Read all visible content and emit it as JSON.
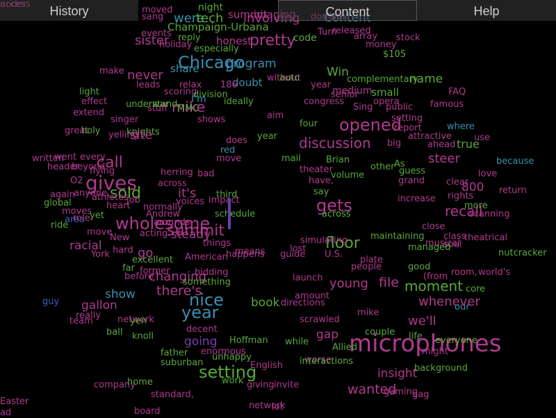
{
  "tabs": [
    "History",
    "Content",
    "Help"
  ],
  "active_tab": "Content",
  "colors": {
    "purple": "#b03a8e",
    "green": "#5aa83c",
    "teal": "#3b8fae",
    "blue": "#3a64b8",
    "violet": "#7a3cb0"
  },
  "words": [
    [
      "moved",
      "purple"
    ],
    [
      "sang",
      "purple"
    ],
    [
      "night",
      "green"
    ],
    [
      "were",
      "teal"
    ],
    [
      "tech",
      "green"
    ],
    [
      "summit",
      "purple"
    ],
    [
      "involving",
      "purple"
    ],
    [
      "imaging",
      "purple"
    ],
    [
      "domain",
      "purple"
    ],
    [
      "Content",
      "teal"
    ],
    [
      "released",
      "purple"
    ],
    [
      "Turn",
      "purple"
    ],
    [
      "Champaign-Urbana",
      "green"
    ],
    [
      "sister",
      "purple"
    ],
    [
      "reply",
      "green"
    ],
    [
      "honest",
      "purple"
    ],
    [
      "pretty",
      "purple"
    ],
    [
      "code",
      "green"
    ],
    [
      "array",
      "purple"
    ],
    [
      "stock",
      "purple"
    ],
    [
      "events",
      "purple"
    ],
    [
      "holiday",
      "purple"
    ],
    [
      "especially",
      "green"
    ],
    [
      "money",
      "purple"
    ],
    [
      "$105",
      "green"
    ],
    [
      "Chicago",
      "teal"
    ],
    [
      "program",
      "teal"
    ],
    [
      "make",
      "purple"
    ],
    [
      "never",
      "purple"
    ],
    [
      "share",
      "teal"
    ],
    [
      "Win",
      "green"
    ],
    [
      "name",
      "green"
    ],
    [
      "doubt",
      "teal"
    ],
    [
      "without",
      "purple"
    ],
    [
      "186",
      "purple"
    ],
    [
      "leads",
      "purple"
    ],
    [
      "relax",
      "purple"
    ],
    [
      "auto",
      "green"
    ],
    [
      "year",
      "purple"
    ],
    [
      "medium",
      "purple"
    ],
    [
      "complementary",
      "green"
    ],
    [
      "light",
      "green"
    ],
    [
      "scoring",
      "purple"
    ],
    [
      "division",
      "green"
    ],
    [
      "senior",
      "purple"
    ],
    [
      "small",
      "green"
    ],
    [
      "FAQ",
      "purple"
    ],
    [
      "effect",
      "purple"
    ],
    [
      "war",
      "green"
    ],
    [
      "mike",
      "purple"
    ],
    [
      "I'm",
      "teal"
    ],
    [
      "understand",
      "green"
    ],
    [
      "stuff",
      "purple"
    ],
    [
      "MMC",
      "green"
    ],
    [
      "ideally",
      "green"
    ],
    [
      "congress",
      "purple"
    ],
    [
      "Sing",
      "purple"
    ],
    [
      "public",
      "purple"
    ],
    [
      "opera",
      "purple"
    ],
    [
      "famous",
      "purple"
    ],
    [
      "extend",
      "purple"
    ],
    [
      "aim",
      "purple"
    ],
    [
      "setting",
      "purple"
    ],
    [
      "singer",
      "purple"
    ],
    [
      "shows",
      "purple"
    ],
    [
      "four",
      "green"
    ],
    [
      "opened",
      "purple"
    ],
    [
      "where",
      "teal"
    ],
    [
      "great",
      "purple"
    ],
    [
      "holy",
      "green"
    ],
    [
      "knights",
      "green"
    ],
    [
      "yelling",
      "purple"
    ],
    [
      "site",
      "purple"
    ],
    [
      "year",
      "green"
    ],
    [
      "report",
      "purple"
    ],
    [
      "attractive",
      "purple"
    ],
    [
      "use",
      "purple"
    ],
    [
      "does",
      "purple"
    ],
    [
      "discussion",
      "purple"
    ],
    [
      "big",
      "purple"
    ],
    [
      "true",
      "green"
    ],
    [
      "red",
      "teal"
    ],
    [
      "ahead",
      "purple"
    ],
    [
      "written",
      "purple"
    ],
    [
      "went",
      "purple"
    ],
    [
      "every",
      "purple"
    ],
    [
      "call",
      "purple"
    ],
    [
      "move",
      "purple"
    ],
    [
      "mail",
      "green"
    ],
    [
      "Brian",
      "green"
    ],
    [
      "As",
      "green"
    ],
    [
      "steer",
      "purple"
    ],
    [
      "because",
      "teal"
    ],
    [
      "header",
      "purple"
    ],
    [
      "beyond",
      "purple"
    ],
    [
      "flying",
      "purple"
    ],
    [
      "theater",
      "purple"
    ],
    [
      "other",
      "green"
    ],
    [
      "guess",
      "green"
    ],
    [
      "love",
      "purple"
    ],
    [
      "herring",
      "purple"
    ],
    [
      "bad",
      "purple"
    ],
    [
      "volume",
      "green"
    ],
    [
      "have,",
      "purple"
    ],
    [
      "grand",
      "purple"
    ],
    [
      "clear",
      "purple"
    ],
    [
      "O2",
      "purple"
    ],
    [
      "gives",
      "purple"
    ],
    [
      "across",
      "purple"
    ],
    [
      "800",
      "purple"
    ],
    [
      "return",
      "purple"
    ],
    [
      "again",
      "purple"
    ],
    [
      "anyone,",
      "purple"
    ],
    [
      "sold",
      "green"
    ],
    [
      "it's",
      "purple"
    ],
    [
      "third",
      "green"
    ],
    [
      "say",
      "green"
    ],
    [
      "rights",
      "purple"
    ],
    [
      "global",
      "green"
    ],
    [
      "job",
      "purple"
    ],
    [
      "athletes",
      "purple"
    ],
    [
      "impact",
      "purple"
    ],
    [
      "gets",
      "purple"
    ],
    [
      "increase",
      "purple"
    ],
    [
      "more",
      "green"
    ],
    [
      "moves",
      "purple"
    ],
    [
      "heart",
      "purple"
    ],
    [
      "normally",
      "purple"
    ],
    [
      "voices",
      "purple"
    ],
    [
      "schedule",
      "green"
    ],
    [
      "across",
      "green"
    ],
    [
      "recall",
      "purple"
    ],
    [
      "ride",
      "green"
    ],
    [
      "area",
      "blue"
    ],
    [
      "role",
      "purple"
    ],
    [
      "wholesome",
      "purple"
    ],
    [
      "Andrew",
      "purple"
    ],
    [
      "yet",
      "green"
    ],
    [
      "arounds",
      "purple"
    ],
    [
      "scanning",
      "purple"
    ],
    [
      "move",
      "purple"
    ],
    [
      "summit",
      "purple"
    ],
    [
      "steady",
      "purple"
    ],
    [
      "close",
      "purple"
    ],
    [
      "class",
      "purple"
    ],
    [
      "racial",
      "purple"
    ],
    [
      "New",
      "purple"
    ],
    [
      "acting",
      "purple"
    ],
    [
      "things",
      "purple"
    ],
    [
      "maintaining",
      "green"
    ],
    [
      "floor",
      "green"
    ],
    [
      "theatrical",
      "purple"
    ],
    [
      "musical",
      "purple"
    ],
    [
      "soul",
      "purple"
    ],
    [
      "go",
      "purple"
    ],
    [
      "York",
      "purple"
    ],
    [
      "hard",
      "purple"
    ],
    [
      "means",
      "purple"
    ],
    [
      "simulating",
      "purple"
    ],
    [
      "lost",
      "purple"
    ],
    [
      "managed",
      "green"
    ],
    [
      "excellent",
      "green"
    ],
    [
      "American",
      "purple"
    ],
    [
      "happens",
      "purple"
    ],
    [
      "guide",
      "purple"
    ],
    [
      "U.S.",
      "purple"
    ],
    [
      "nutcracker",
      "green"
    ],
    [
      "far",
      "green"
    ],
    [
      "former",
      "purple"
    ],
    [
      "plate",
      "purple"
    ],
    [
      "world's",
      "purple"
    ],
    [
      "changing",
      "purple"
    ],
    [
      "bidding",
      "purple"
    ],
    [
      "good",
      "green"
    ],
    [
      "room,",
      "purple"
    ],
    [
      "before",
      "purple"
    ],
    [
      "people",
      "purple"
    ],
    [
      "(from",
      "purple"
    ],
    [
      "something",
      "green"
    ],
    [
      "launch",
      "purple"
    ],
    [
      "file",
      "purple"
    ],
    [
      "core",
      "green"
    ],
    [
      "show",
      "teal"
    ],
    [
      "there's",
      "purple"
    ],
    [
      "amount",
      "purple"
    ],
    [
      "young",
      "purple"
    ],
    [
      "moment",
      "green"
    ],
    [
      "guy",
      "blue"
    ],
    [
      "nice",
      "teal"
    ],
    [
      "gallon",
      "purple"
    ],
    [
      "year",
      "teal"
    ],
    [
      "whenever",
      "purple"
    ],
    [
      "our",
      "teal"
    ],
    [
      "really",
      "purple"
    ],
    [
      "network",
      "purple"
    ],
    [
      "book",
      "green"
    ],
    [
      "directions",
      "purple"
    ],
    [
      "mike",
      "purple"
    ],
    [
      "team",
      "purple"
    ],
    [
      "yen",
      "green"
    ],
    [
      "scrawled",
      "purple"
    ],
    [
      "we'll",
      "purple"
    ],
    [
      "life",
      "green"
    ],
    [
      "gap",
      "purple"
    ],
    [
      "ball",
      "green"
    ],
    [
      "couple",
      "green"
    ],
    [
      "decent",
      "purple"
    ],
    [
      "knoll",
      "green"
    ],
    [
      "microphones",
      "purple"
    ],
    [
      "everyone",
      "green"
    ],
    [
      "going",
      "violet"
    ],
    [
      "Hoffman",
      "green"
    ],
    [
      "while",
      "green"
    ],
    [
      "might",
      "purple"
    ],
    [
      "father",
      "green"
    ],
    [
      "enormous",
      "purple"
    ],
    [
      "Allied",
      "green"
    ],
    [
      "worse",
      "purple"
    ],
    [
      "unhappy",
      "green"
    ],
    [
      "suburban",
      "green"
    ],
    [
      "English",
      "purple"
    ],
    [
      "interactions",
      "green"
    ],
    [
      "background",
      "green"
    ],
    [
      "setting",
      "green"
    ],
    [
      "insight",
      "purple"
    ],
    [
      "work",
      "green"
    ],
    [
      "giving",
      "purple"
    ],
    [
      "invite",
      "purple"
    ],
    [
      "wanted",
      "purple"
    ],
    [
      "company",
      "purple"
    ],
    [
      "home",
      "green"
    ],
    [
      "standard,",
      "purple"
    ],
    [
      "gaming",
      "purple"
    ],
    [
      "gag",
      "purple"
    ],
    [
      "Easter",
      "purple"
    ],
    [
      "network",
      "purple"
    ],
    [
      "lot",
      "purple"
    ],
    [
      "ad",
      "purple"
    ],
    [
      "board",
      "purple"
    ],
    [
      "access",
      "purple"
    ],
    [
      "under",
      "purple"
    ]
  ]
}
